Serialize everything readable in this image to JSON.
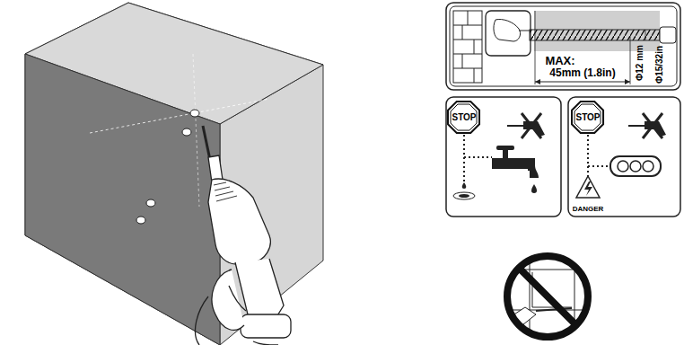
{
  "diagram": {
    "nodes": [
      {
        "text": [
          "STOP"
        ]
      },
      {
        "text": [
          "STOP"
        ]
      }
    ],
    "labels": [
      "MAX:",
      "45mm (1.8in)",
      "Φ12 mm",
      "Φ15/32in",
      "DANGER"
    ]
  }
}
